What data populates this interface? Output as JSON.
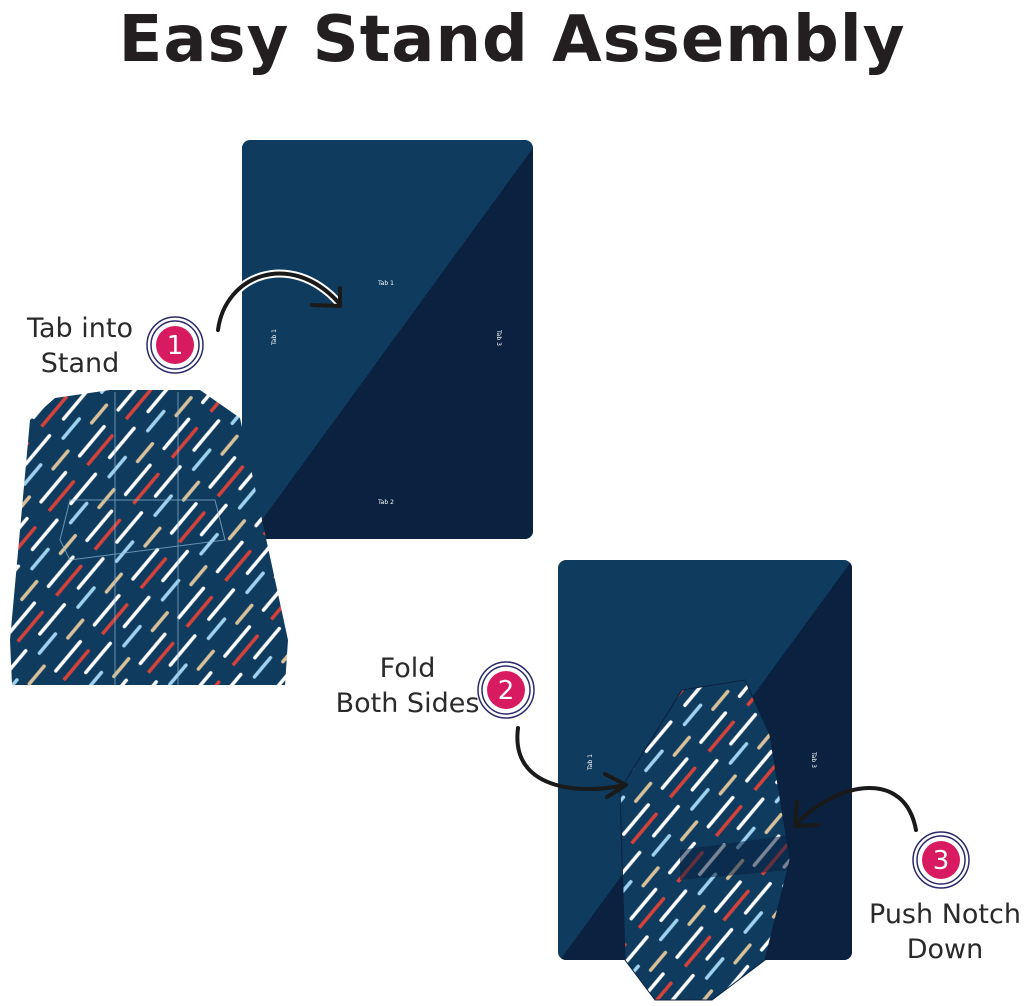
{
  "title": "Easy Stand Assembly",
  "steps": [
    {
      "number": "1",
      "line1": "Tab into",
      "line2": "Stand"
    },
    {
      "number": "2",
      "line1": "Fold",
      "line2": "Both Sides"
    },
    {
      "number": "3",
      "line1": "Push Notch",
      "line2": "Down"
    }
  ],
  "tabs": {
    "top": "Tab 1",
    "left": "Tab 1",
    "right": "Tab 3",
    "bottom": "Tab 2"
  },
  "colors": {
    "card_light": "#0f3b5e",
    "card_dark": "#0a2140",
    "badge": "#d81b60",
    "ring": "#2b2a6b",
    "stripe_red": "#d6423a",
    "stripe_white": "#ffffff",
    "stripe_blue": "#9fd3ef",
    "stripe_tan": "#d9c29a"
  }
}
